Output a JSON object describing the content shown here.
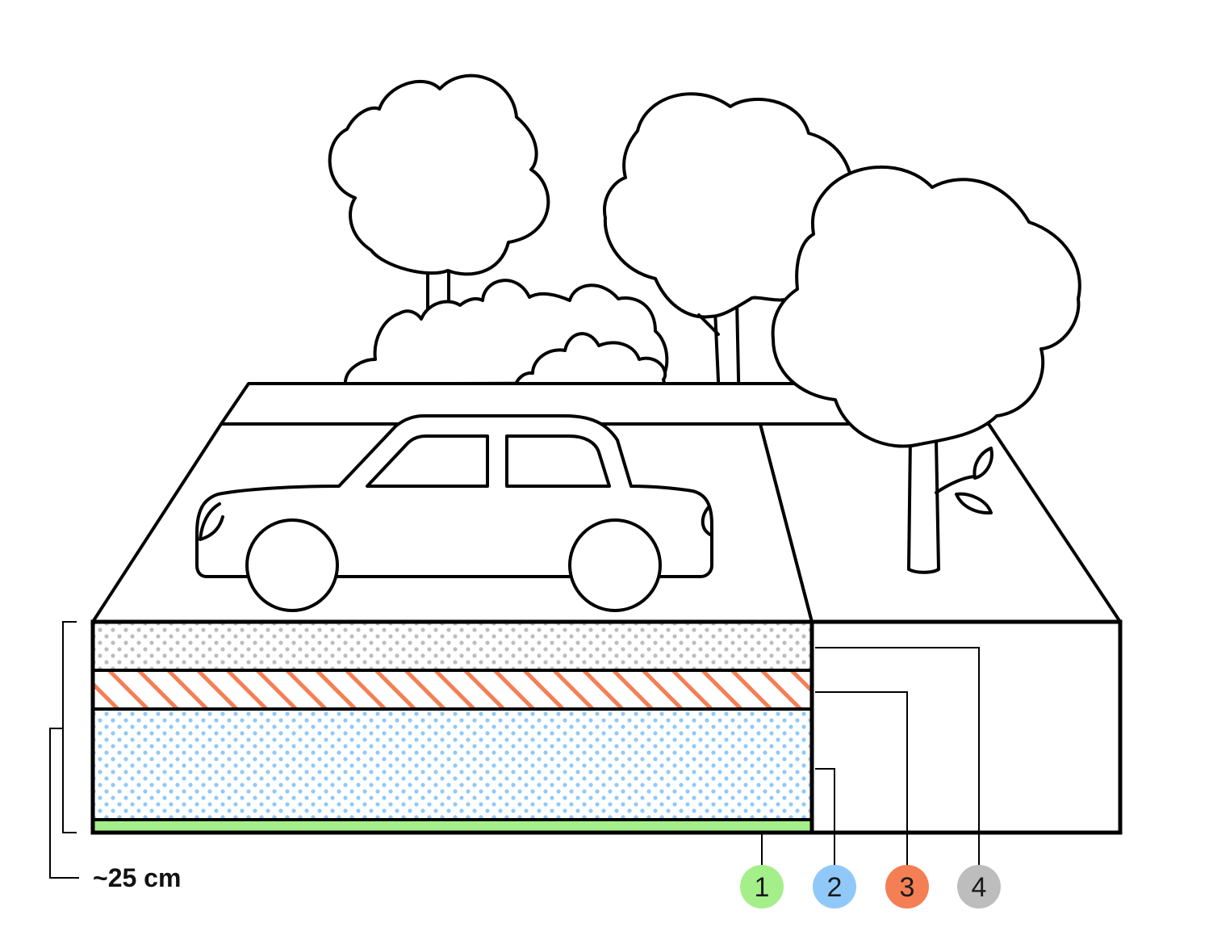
{
  "measurement": {
    "label": "~25 cm"
  },
  "layers": [
    {
      "number": "1",
      "color": "#a4ef8a"
    },
    {
      "number": "2",
      "color": "#90c9f9"
    },
    {
      "number": "3",
      "color": "#f47f55"
    },
    {
      "number": "4",
      "color": "#bdbdbd"
    }
  ],
  "patterns": {
    "gravel_dot_color": "#bdbdbd",
    "hatch_color": "#f47f55",
    "drainage_dot_color": "#90c9f9",
    "base_fill": "#a4ef8a"
  },
  "scene": {
    "elements": [
      "car",
      "tree",
      "tree",
      "tree",
      "bush",
      "bush",
      "roadway",
      "planted-area"
    ]
  }
}
